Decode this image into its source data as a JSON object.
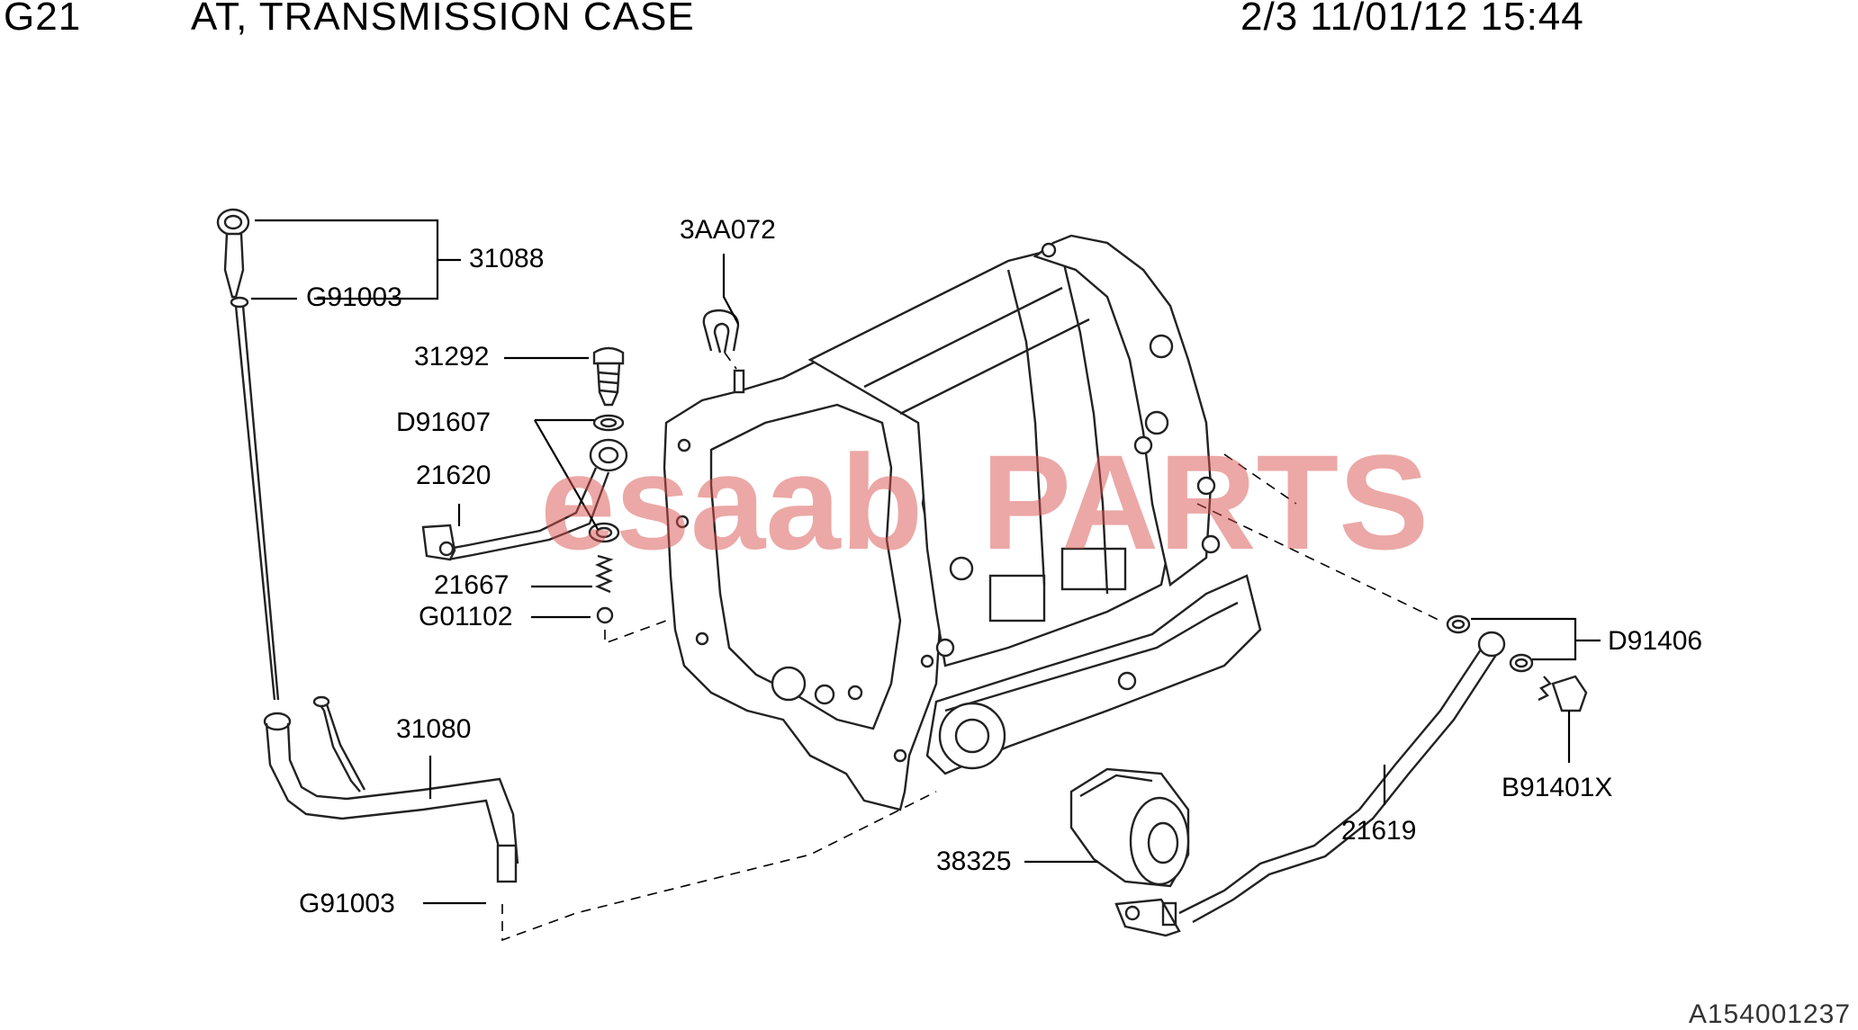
{
  "header": {
    "code": "G21",
    "title": "AT, TRANSMISSION CASE",
    "page_stamp": "2/3 11/01/12 15:44"
  },
  "watermark": {
    "text_left": "esaab",
    "text_right": "PARTS",
    "color": "#d9534f"
  },
  "parts": [
    {
      "id": "31088"
    },
    {
      "id": "G91003"
    },
    {
      "id": "31292"
    },
    {
      "id": "D91607"
    },
    {
      "id": "21620"
    },
    {
      "id": "21667"
    },
    {
      "id": "G01102"
    },
    {
      "id": "3AA072"
    },
    {
      "id": "31080"
    },
    {
      "id": "G91003"
    },
    {
      "id": "38325"
    },
    {
      "id": "21619"
    },
    {
      "id": "D91406"
    },
    {
      "id": "B91401X"
    }
  ],
  "footer": {
    "ref_code": "A154001237"
  }
}
